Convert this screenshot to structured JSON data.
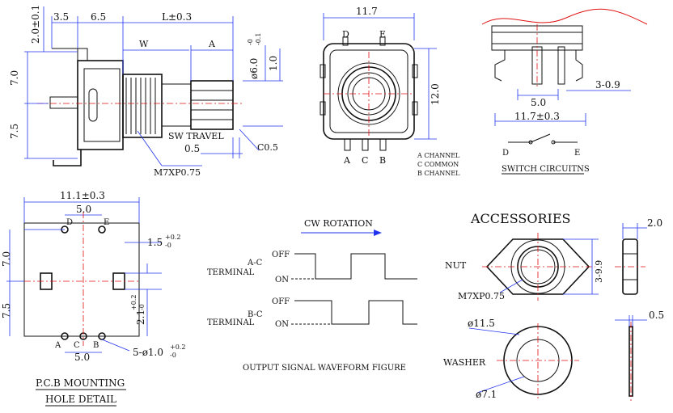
{
  "side_view": {
    "dim_top_left": "2.0±0.1",
    "dim_3_5": "3.5",
    "dim_6_5": "6.5",
    "dim_L": "L±0.3",
    "dim_W": "W",
    "dim_A": "A",
    "dim_shaft_dia": "ø6.0",
    "dim_shaft_tol_upper": "-0",
    "dim_shaft_tol_lower": "-0.1",
    "dim_1_0": "1.0",
    "dim_7_0": "7.0",
    "dim_7_5": "7.5",
    "sw_travel": "SW TRAVEL",
    "dim_0_5": "0.5",
    "chamfer": "C0.5",
    "thread": "M7XP0.75"
  },
  "front_view": {
    "dim_width": "11.7",
    "dim_height": "12.0",
    "pin_D": "D",
    "pin_E": "E",
    "pin_A": "A",
    "pin_C": "C",
    "pin_B": "B",
    "legend": [
      "A CHANNEL",
      "C COMMON",
      "B CHANNEL"
    ]
  },
  "switch_view": {
    "dim_3_0_9": "3-0.9",
    "dim_5_0": "5.0",
    "dim_11_7": "11.7±0.3",
    "sw_D": "D",
    "sw_E": "E",
    "title": "SWITCH CIRCUITNS"
  },
  "pcb": {
    "dim_11_1": "11.1±0.3",
    "dim_5_0_top": "5.0",
    "pin_D": "D",
    "pin_E": "E",
    "dim_1_5": "1.5",
    "dim_1_5_tol_upper": "+0.2",
    "dim_1_5_tol_lower": "-0",
    "dim_7_0": "7.0",
    "dim_7_5": "7.5",
    "dim_2_1": "2.1",
    "dim_2_1_tol_upper": "+0.2",
    "dim_2_1_tol_lower": "-0",
    "pin_A": "A",
    "pin_C": "C",
    "pin_B": "B",
    "dim_5_0_bottom": "5.0",
    "holes": "5-ø1.0",
    "holes_tol_upper": "+0.2",
    "holes_tol_lower": "-0",
    "title_line1": "P.C.B MOUNTING",
    "title_line2": "HOLE DETAIL"
  },
  "waveform": {
    "rotation": "CW ROTATION",
    "off_1": "OFF",
    "on_1": "ON",
    "terminal_1": "TERMINAL",
    "pair_1": "A-C",
    "off_2": "OFF",
    "on_2": "ON",
    "terminal_2": "TERMINAL",
    "pair_2": "B-C",
    "caption": "OUTPUT SIGNAL WAVEFORM FIGURE"
  },
  "accessories": {
    "title": "ACCESSORIES",
    "nut": "NUT",
    "nut_thread": "M7XP0.75",
    "nut_height": "3-9.9",
    "nut_thickness": "2.0",
    "washer": "WASHER",
    "washer_outer": "ø11.5",
    "washer_inner": "ø7.1",
    "washer_thickness": "0.5"
  }
}
